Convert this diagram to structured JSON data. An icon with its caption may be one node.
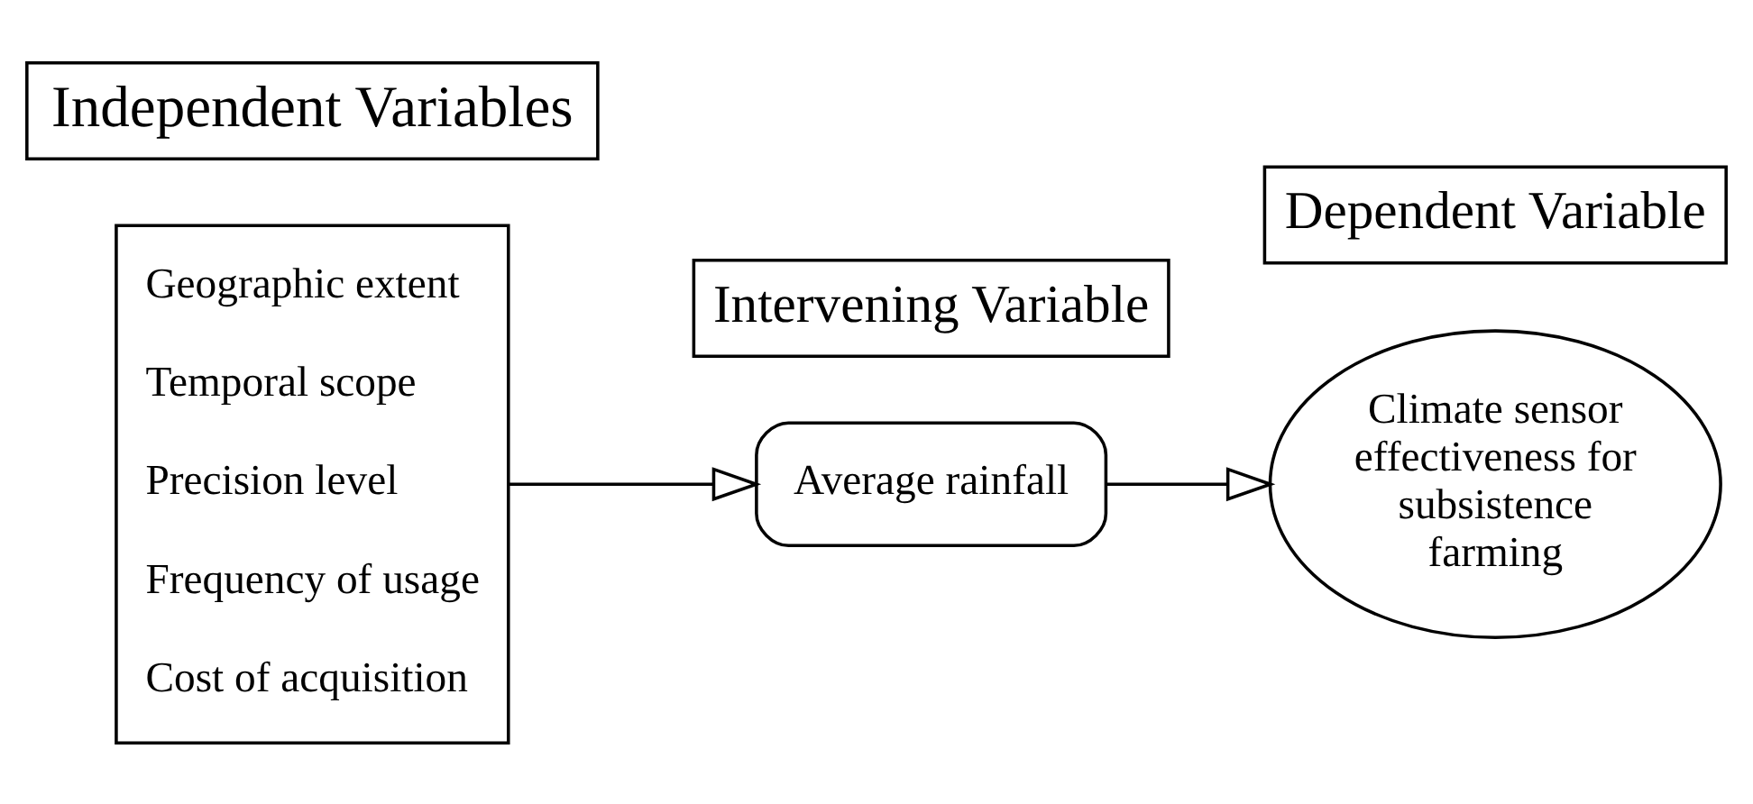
{
  "diagram": {
    "nodes": [
      {
        "text": [
          "Independent Variables"
        ]
      },
      {
        "text": [
          "Geographic extent",
          "Temporal scope",
          "Precision level",
          "Frequency of usage",
          "Cost of acquisition"
        ]
      },
      {
        "text": [
          "Intervening Variable"
        ]
      },
      {
        "text": [
          "Average rainfall"
        ]
      },
      {
        "text": [
          "Dependent Variable"
        ]
      },
      {
        "text": [
          "Climate sensor effectiveness for subsistence farming"
        ]
      }
    ],
    "edges": [
      {
        "from": 1,
        "to": 3,
        "arrow": "to"
      },
      {
        "from": 3,
        "to": 5,
        "arrow": "to"
      }
    ]
  }
}
